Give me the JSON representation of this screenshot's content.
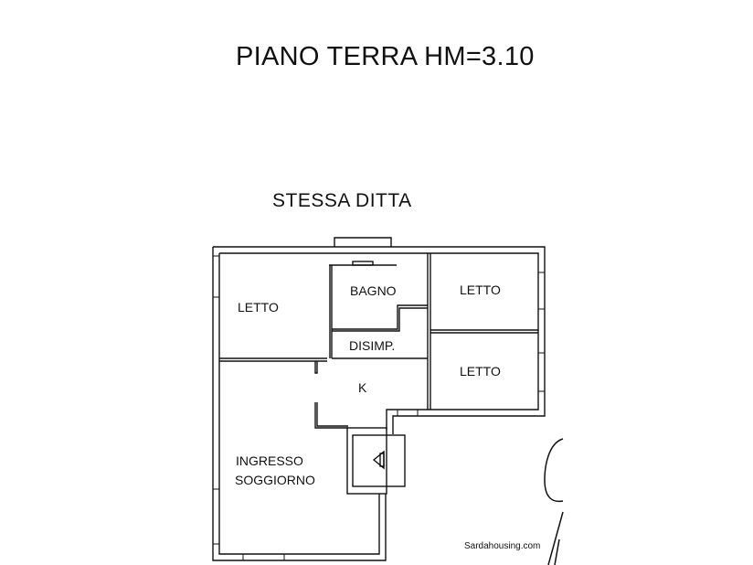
{
  "title": "PIANO TERRA HM=3.10",
  "subtitle": "STESSA DITTA",
  "rooms": {
    "letto_1": "LETTO",
    "bagno": "BAGNO",
    "letto_2": "LETTO",
    "disimp": "DISIMP.",
    "letto_3": "LETTO",
    "k": "K",
    "soggiorno_1": "INGRESSO",
    "soggiorno_2": "SOGGIORNO"
  },
  "watermark": "Sardahousing.com"
}
